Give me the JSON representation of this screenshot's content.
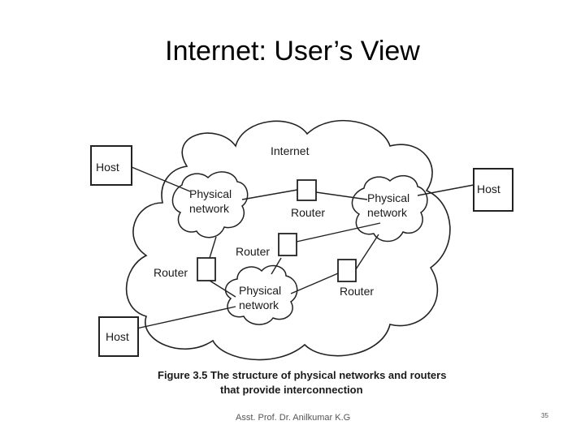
{
  "slide": {
    "title": "Internet: User’s View",
    "footer": "Asst. Prof. Dr. Anilkumar K.G",
    "page_number": "35"
  },
  "diagram": {
    "internet_label": "Internet",
    "hosts": [
      "Host",
      "Host",
      "Host"
    ],
    "physical_networks": [
      [
        "Physical",
        "network"
      ],
      [
        "Physical",
        "network"
      ],
      [
        "Physical",
        "network"
      ]
    ],
    "routers": [
      "Router",
      "Router",
      "Router",
      "Router"
    ],
    "caption": [
      "Figure 3.5 The structure of physical networks and routers",
      "that provide interconnection"
    ]
  }
}
